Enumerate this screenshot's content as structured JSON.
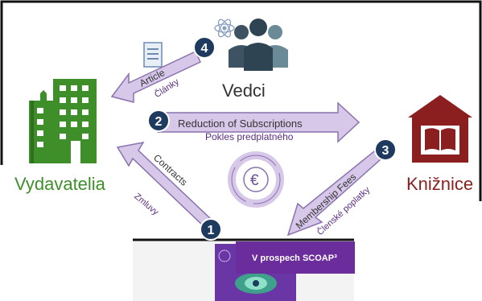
{
  "labels": {
    "scientists": "Vedci",
    "publishers": "Vydavatelia",
    "libraries": "Knižnice",
    "articles_en": "Article",
    "articles_sk": "Články",
    "reduction_en": "Reduction of Subscriptions",
    "reduction_sk": "Pokles predplatného",
    "contracts_en": "Contracts",
    "contracts_sk": "Zmluvy",
    "fees_en": "Membership Fees",
    "fees_sk": "Členské poplatky",
    "scoap": "V prospech SCOAP³",
    "currency": "€"
  },
  "steps": [
    "1",
    "2",
    "3",
    "4"
  ],
  "colors": {
    "arrow": "#d7c8ea",
    "arrow_stroke": "#8a72ad",
    "badge": "#1f3a5f",
    "publisher_green": "#3e8e2a",
    "library_red": "#8b1e1e",
    "purple_text": "#5a2d82",
    "scoap_bg": "#6b2d9c"
  },
  "icons": [
    "document-icon",
    "atom-icon",
    "scientists-icon",
    "building-icon",
    "library-icon",
    "euro-cycle-icon",
    "scoap-logo-icon"
  ]
}
